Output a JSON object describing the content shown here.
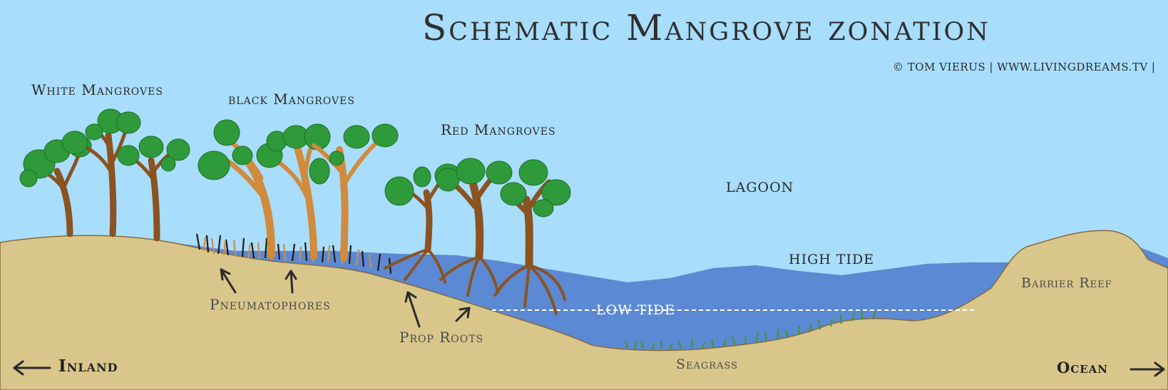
{
  "title": "Schematic Mangrove zonation",
  "credit": "© TOM VIERUS | WWW.LIVINGDREAMS.TV |",
  "zones": {
    "white_mangroves": "White Mangroves",
    "black_mangroves": "black Mangroves",
    "red_mangroves": "Red Mangroves",
    "lagoon": "LAGOON",
    "high_tide": "HIGH TIDE",
    "low_tide": "LOW TIDE",
    "barrier_reef": "Barrier Reef",
    "seagrass": "Seagrass"
  },
  "features": {
    "pneumatophores": "Pneumatophores",
    "prop_roots": "Prop Roots"
  },
  "directions": {
    "inland": "Inland",
    "ocean": "Ocean"
  },
  "colors": {
    "sky": "#a8ddfb",
    "water": "#5b89d3",
    "sand": "#d9c68b",
    "leaf": "#2f9a3a",
    "trunk_brown": "#8a5320",
    "trunk_orange": "#d08b3c",
    "seagrass": "#3f9a32"
  }
}
